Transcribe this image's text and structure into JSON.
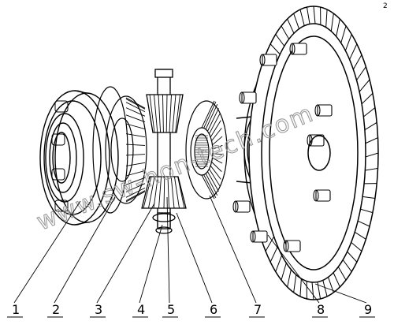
{
  "diagram": {
    "part_numbers": [
      "1",
      "2",
      "3",
      "4",
      "5",
      "6",
      "7",
      "8",
      "9"
    ],
    "watermark_text": "www.sw-hon-tech.com",
    "corner_mark": "2"
  }
}
